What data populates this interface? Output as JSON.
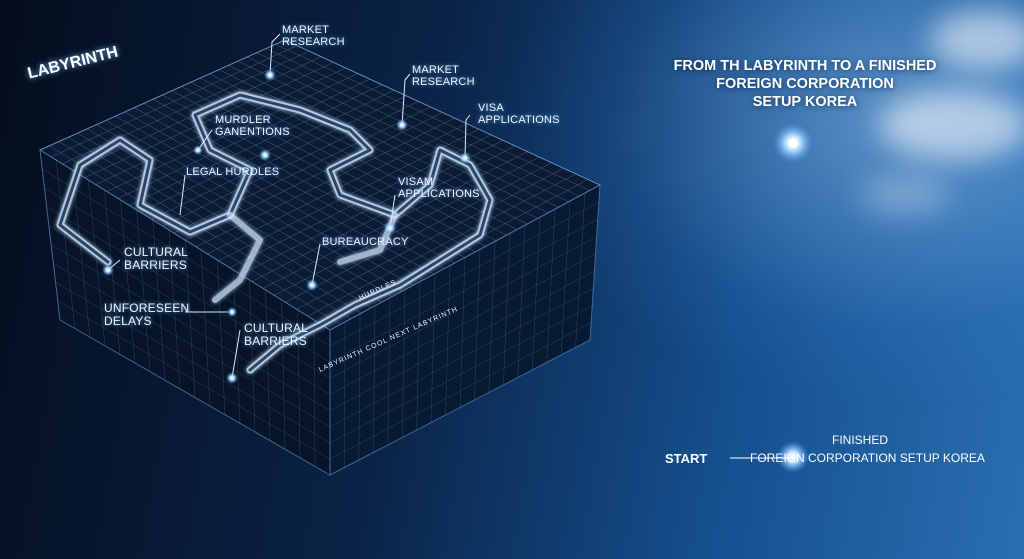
{
  "title": {
    "lines": [
      "FROM TH LABYRINTH TO A FINISHED",
      "FOREIGN CORPORATION",
      "SETUP KOREA"
    ]
  },
  "maze_label": "LABYRINTH",
  "maze_labels": [
    [
      "MARKET",
      "RESEARCH"
    ],
    [
      "MARKET",
      "RESEARCH"
    ],
    [
      "VISA",
      "APPLICATIONS"
    ],
    [
      "MURDLER",
      "GANENTIONS"
    ],
    [
      "LEGAL HURDLES"
    ],
    [
      "VISAM",
      "APPLICATIONS"
    ],
    [
      "BUREAUCRACY"
    ],
    [
      "CULTURAL",
      "BARRIERS"
    ],
    [
      "UNFORESEEN",
      "DELAYS"
    ],
    [
      "CULTURAL",
      "BARRIERS"
    ]
  ],
  "path_text": "LABYRINTH COOL NEXT LABYRINTH",
  "path_text_2": "HURDLES",
  "endpoint": {
    "start": "START",
    "finished_line1": "FINISHED",
    "finished_line2": "FOREIGN CORPORATION SETUP KOREA"
  },
  "colors": {
    "glow": "#9fd3ff",
    "path": "#cfe8ff",
    "background_dark": "#061427",
    "background_light": "#2a6fb2"
  }
}
